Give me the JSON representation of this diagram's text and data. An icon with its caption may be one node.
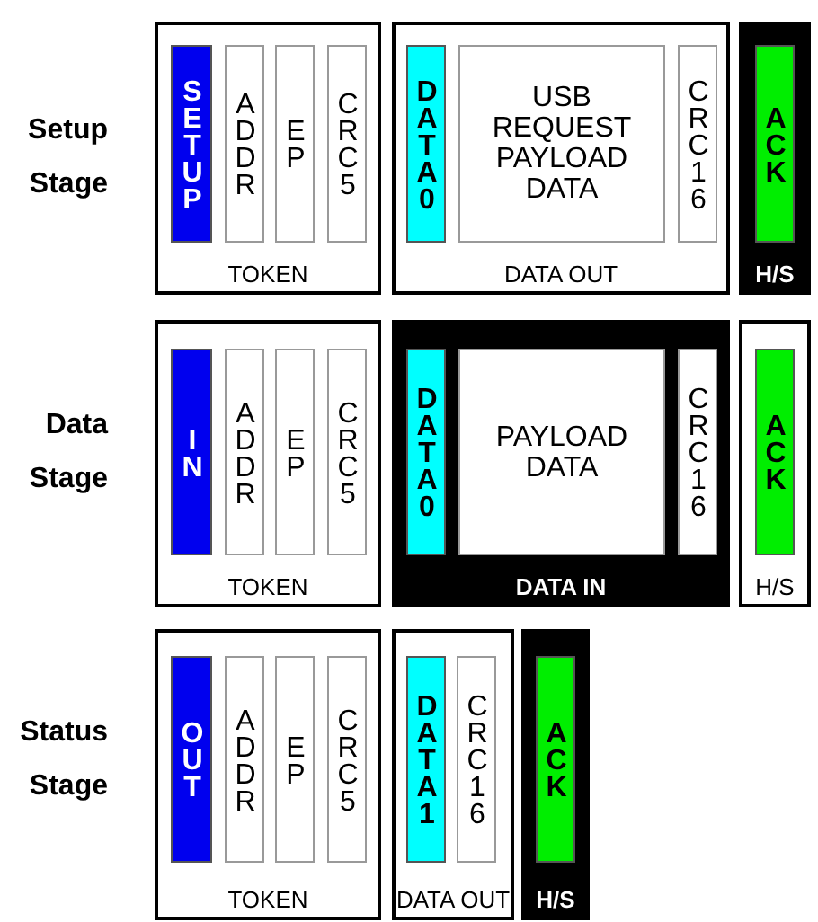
{
  "diagram": {
    "nodes": [
      {
        "text": [
          "TOKEN"
        ]
      },
      {
        "text": [
          "SETUP"
        ],
        "in": 0
      },
      {
        "text": [
          "ADDR"
        ],
        "in": 0
      },
      {
        "text": [
          "EP"
        ],
        "in": 0
      },
      {
        "text": [
          "CRC5"
        ],
        "in": 0
      },
      {
        "text": [
          "DATA OUT"
        ]
      },
      {
        "text": [
          "DATA0"
        ],
        "in": 5
      },
      {
        "text": [
          "USB REQUEST PAYLOAD DATA"
        ],
        "in": 5
      },
      {
        "text": [
          "CRC16"
        ],
        "in": 5
      },
      {
        "text": [
          "H/S"
        ]
      },
      {
        "text": [
          "ACK"
        ],
        "in": 9
      },
      {
        "text": [
          "TOKEN"
        ]
      },
      {
        "text": [
          "IN"
        ],
        "in": 11
      },
      {
        "text": [
          "ADDR"
        ],
        "in": 11
      },
      {
        "text": [
          "EP"
        ],
        "in": 11
      },
      {
        "text": [
          "CRC5"
        ],
        "in": 11
      },
      {
        "text": [
          "DATA IN"
        ]
      },
      {
        "text": [
          "DATA0"
        ],
        "in": 16
      },
      {
        "text": [
          "PAYLOAD DATA"
        ],
        "in": 16
      },
      {
        "text": [
          "CRC16"
        ],
        "in": 16
      },
      {
        "text": [
          "H/S"
        ]
      },
      {
        "text": [
          "ACK"
        ],
        "in": 20
      },
      {
        "text": [
          "TOKEN"
        ]
      },
      {
        "text": [
          "OUT"
        ],
        "in": 22
      },
      {
        "text": [
          "ADDR"
        ],
        "in": 22
      },
      {
        "text": [
          "EP"
        ],
        "in": 22
      },
      {
        "text": [
          "CRC5"
        ],
        "in": 22
      },
      {
        "text": [
          "DATA OUT"
        ]
      },
      {
        "text": [
          "DATA1"
        ],
        "in": 27
      },
      {
        "text": [
          "CRC16"
        ],
        "in": 27
      },
      {
        "text": [
          "H/S"
        ]
      },
      {
        "text": [
          "ACK"
        ],
        "in": 30
      }
    ],
    "labels": [
      "Setup Stage",
      "Data Stage",
      "Status Stage"
    ]
  }
}
